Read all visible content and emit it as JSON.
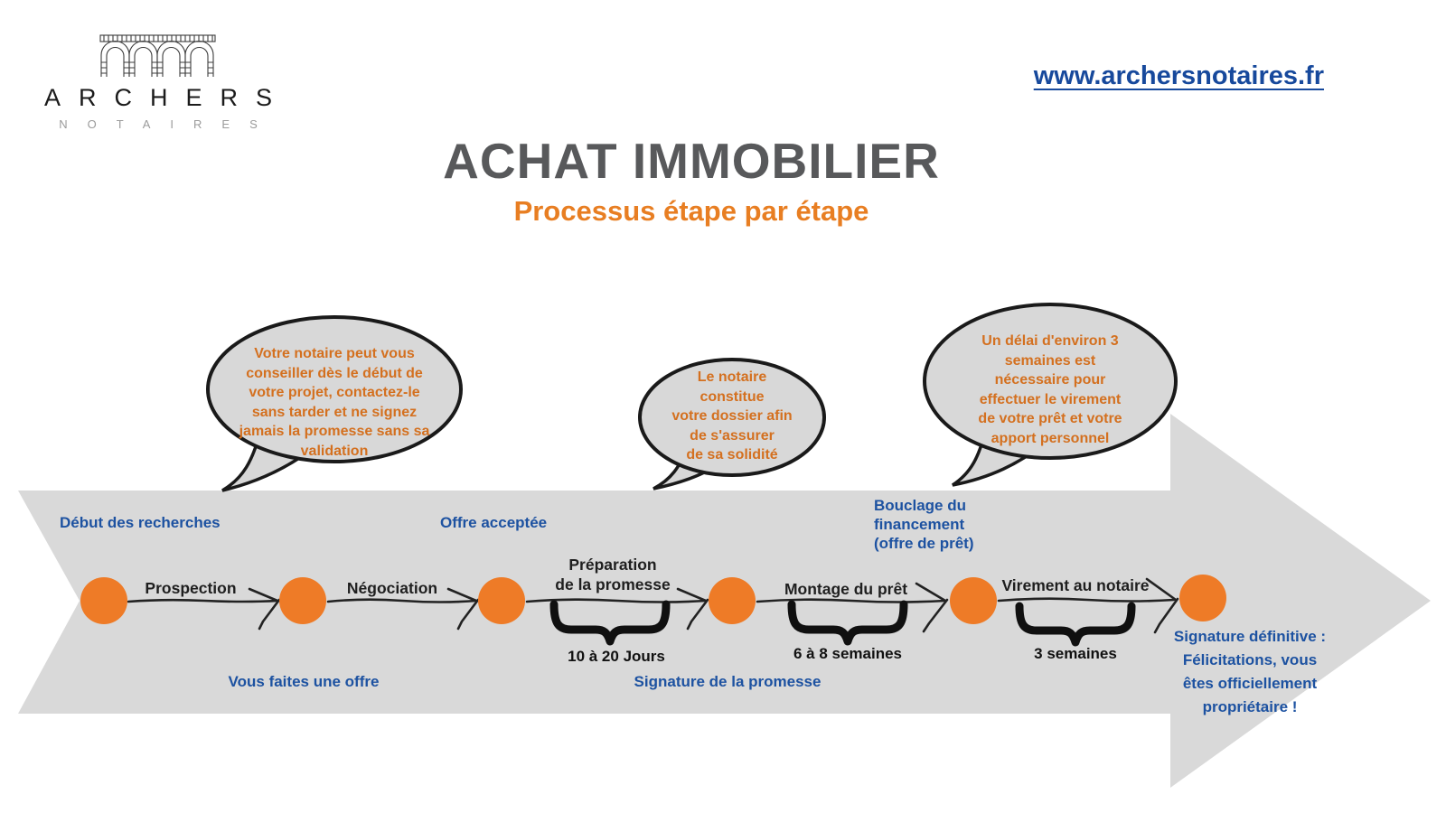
{
  "brand": {
    "name": "ARCHERS",
    "tagline": "NOTAIRES",
    "website": "www.archersnotaires.fr"
  },
  "header": {
    "title": "ACHAT IMMOBILIER",
    "subtitle": "Processus étape par étape"
  },
  "bubbles": [
    {
      "lines": [
        "Votre notaire peut vous",
        "conseiller dès le début de",
        "votre projet, contactez-le",
        "sans tarder et ne signez",
        "jamais la promesse sans sa",
        "validation"
      ]
    },
    {
      "lines": [
        "Le notaire",
        "constitue",
        "votre dossier afin",
        "de s'assurer",
        "de sa solidité"
      ]
    },
    {
      "lines": [
        "Un délai d'environ 3",
        "semaines est",
        "nécessaire pour",
        "effectuer le virement",
        "de votre prêt et votre",
        "apport personnel"
      ]
    }
  ],
  "timeline": {
    "events_top": [
      {
        "lines": [
          "Début des recherches"
        ]
      },
      {
        "lines": [
          "Offre acceptée"
        ]
      },
      {
        "lines": [
          "Bouclage du",
          "financement",
          "(offre de prêt)"
        ]
      }
    ],
    "events_bottom": [
      {
        "lines": [
          "Vous faites une offre"
        ]
      },
      {
        "lines": [
          "Signature de la promesse"
        ]
      },
      {
        "lines": [
          "Signature définitive :",
          "Félicitations, vous",
          "êtes officiellement",
          "propriétaire !"
        ]
      }
    ],
    "segments": [
      {
        "label": "Prospection",
        "duration": ""
      },
      {
        "label": "Négociation",
        "duration": ""
      },
      {
        "label": "Préparation",
        "label2": "de la promesse",
        "duration": "10 à 20 Jours"
      },
      {
        "label": "Montage du prêt",
        "duration": "6 à 8 semaines"
      },
      {
        "label": "Virement au notaire",
        "duration": "3 semaines"
      }
    ]
  },
  "colors": {
    "accent_orange": "#EE7B27",
    "text_orange": "#D4701F",
    "brand_blue": "#1D52A1",
    "title_gray": "#58595B",
    "band_gray": "#D9D9D9",
    "ink": "#1F1F1F"
  }
}
